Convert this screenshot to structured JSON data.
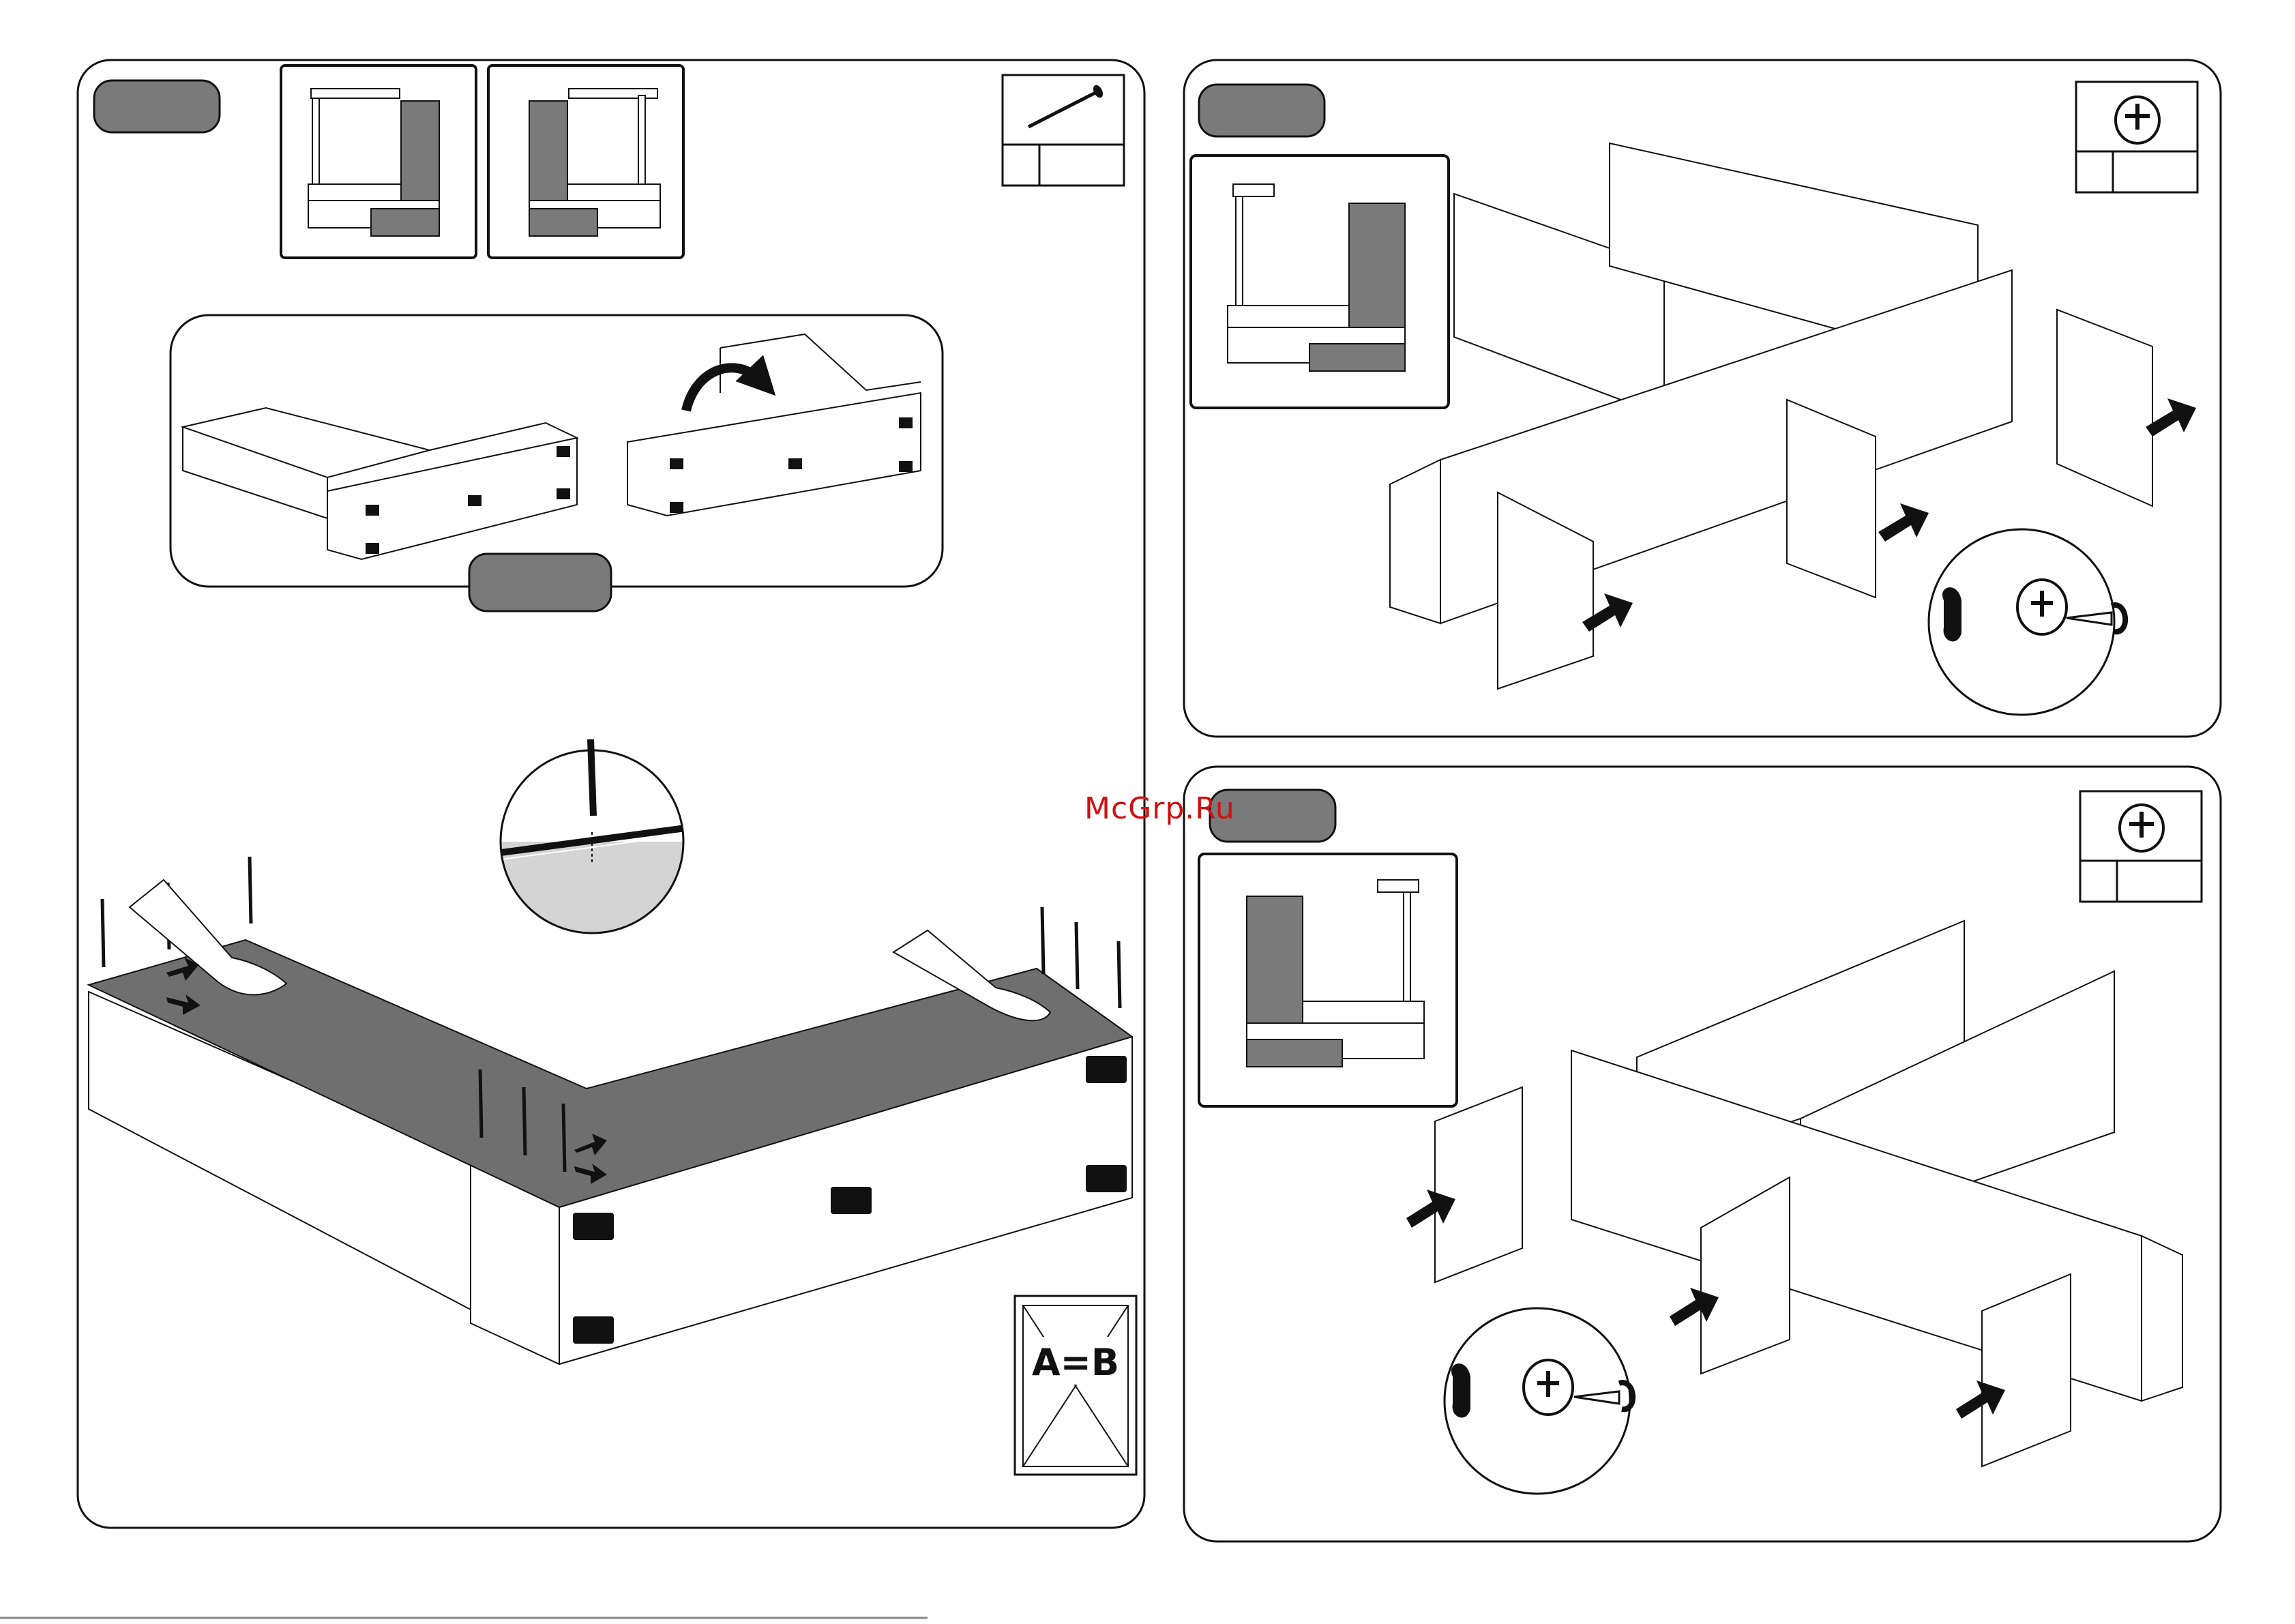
{
  "watermark": {
    "text": "McGrp.Ru"
  },
  "equal_diagonals": {
    "text": "A=B"
  },
  "panels": [
    {
      "id": "left-step",
      "badge": ""
    },
    {
      "id": "top-right-step",
      "badge": ""
    },
    {
      "id": "bottom-right-step",
      "badge": ""
    }
  ],
  "icons": [
    "nail-icon",
    "cam-lock-icon",
    "screwdriver-icon",
    "hand-icon",
    "arrow-icon",
    "rotate-arrow-icon"
  ],
  "colors": {
    "panel_fill": "#7a7a7a",
    "line": "#1a1a1a",
    "accent_red": "#d01010",
    "back_panel": "#6f6f6f"
  }
}
